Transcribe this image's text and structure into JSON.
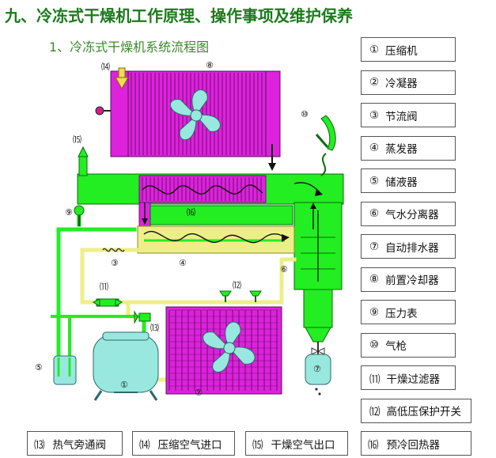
{
  "title": "九、冷冻式干燥机工作原理、操作事项及维护保养",
  "subtitle": "1、冷冻式干燥机系统流程图",
  "legend": [
    {
      "num": "①",
      "label": "压缩机"
    },
    {
      "num": "②",
      "label": "冷凝器"
    },
    {
      "num": "③",
      "label": "节流阀"
    },
    {
      "num": "④",
      "label": "蒸发器"
    },
    {
      "num": "⑤",
      "label": "储液器"
    },
    {
      "num": "⑥",
      "label": "气水分离器"
    },
    {
      "num": "⑦",
      "label": "自动排水器"
    },
    {
      "num": "⑧",
      "label": "前置冷却器"
    },
    {
      "num": "⑨",
      "label": "压力表"
    },
    {
      "num": "⑩",
      "label": "气枪"
    },
    {
      "num": "⑾",
      "label": "干燥过滤器"
    },
    {
      "num": "⑿",
      "label": "高低压保护开关"
    }
  ],
  "bottom_legend": [
    {
      "num": "⒀",
      "label": "热气旁通阀"
    },
    {
      "num": "⒁",
      "label": "压缩空气进口"
    },
    {
      "num": "⒂",
      "label": "干燥空气出口"
    },
    {
      "num": "⒃",
      "label": "预冷回热器"
    }
  ],
  "diagram_labels": {
    "n1": "①",
    "n2": "②",
    "n3": "③",
    "n4": "④",
    "n5": "⑤",
    "n6": "⑥",
    "n7": "⑦",
    "n8": "⑧",
    "n9": "⑨",
    "n10": "⑩",
    "n11": "⑾",
    "n12": "⑿",
    "n13": "⒀",
    "n14": "⒁",
    "n15": "⒂",
    "n16": "⒃"
  },
  "colors": {
    "title": "#1c7a1c",
    "air_green": "#22ee22",
    "condenser_magenta": "#dd22dd",
    "refrigerant_yellow": "#eeee88",
    "fan_cyan": "#99e8e0"
  }
}
